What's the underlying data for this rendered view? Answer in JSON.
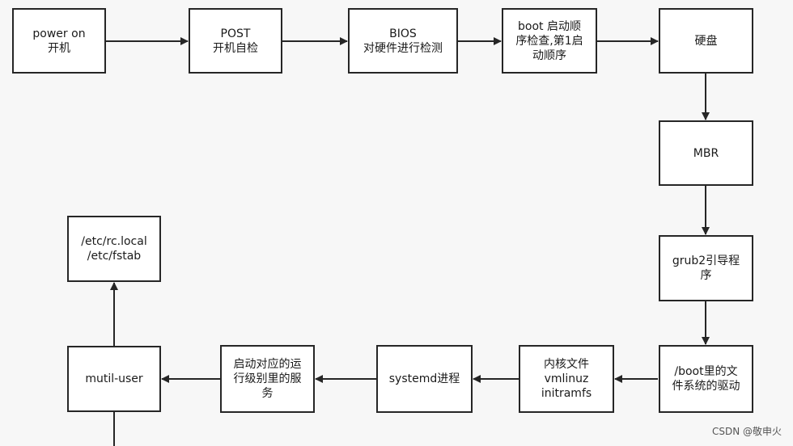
{
  "nodes": {
    "power_on": "power on\n开机",
    "post": "POST\n开机自检",
    "bios": "BIOS\n对硬件进行检测",
    "boot": "boot 启动顺\n序检查,第1启\n动顺序",
    "disk": "硬盘",
    "mbr": "MBR",
    "grub2": "grub2引导程\n序",
    "boot_driver": "/boot里的文\n件系统的驱动",
    "kernel": "内核文件\nvmlinuz\ninitramfs",
    "systemd": "systemd进程",
    "runlevel": "启动对应的运\n行级别里的服\n务",
    "mutil_user": "mutil-user",
    "rc_local": "/etc/rc.local\n/etc/fstab"
  },
  "watermark": "CSDN @敬申火"
}
